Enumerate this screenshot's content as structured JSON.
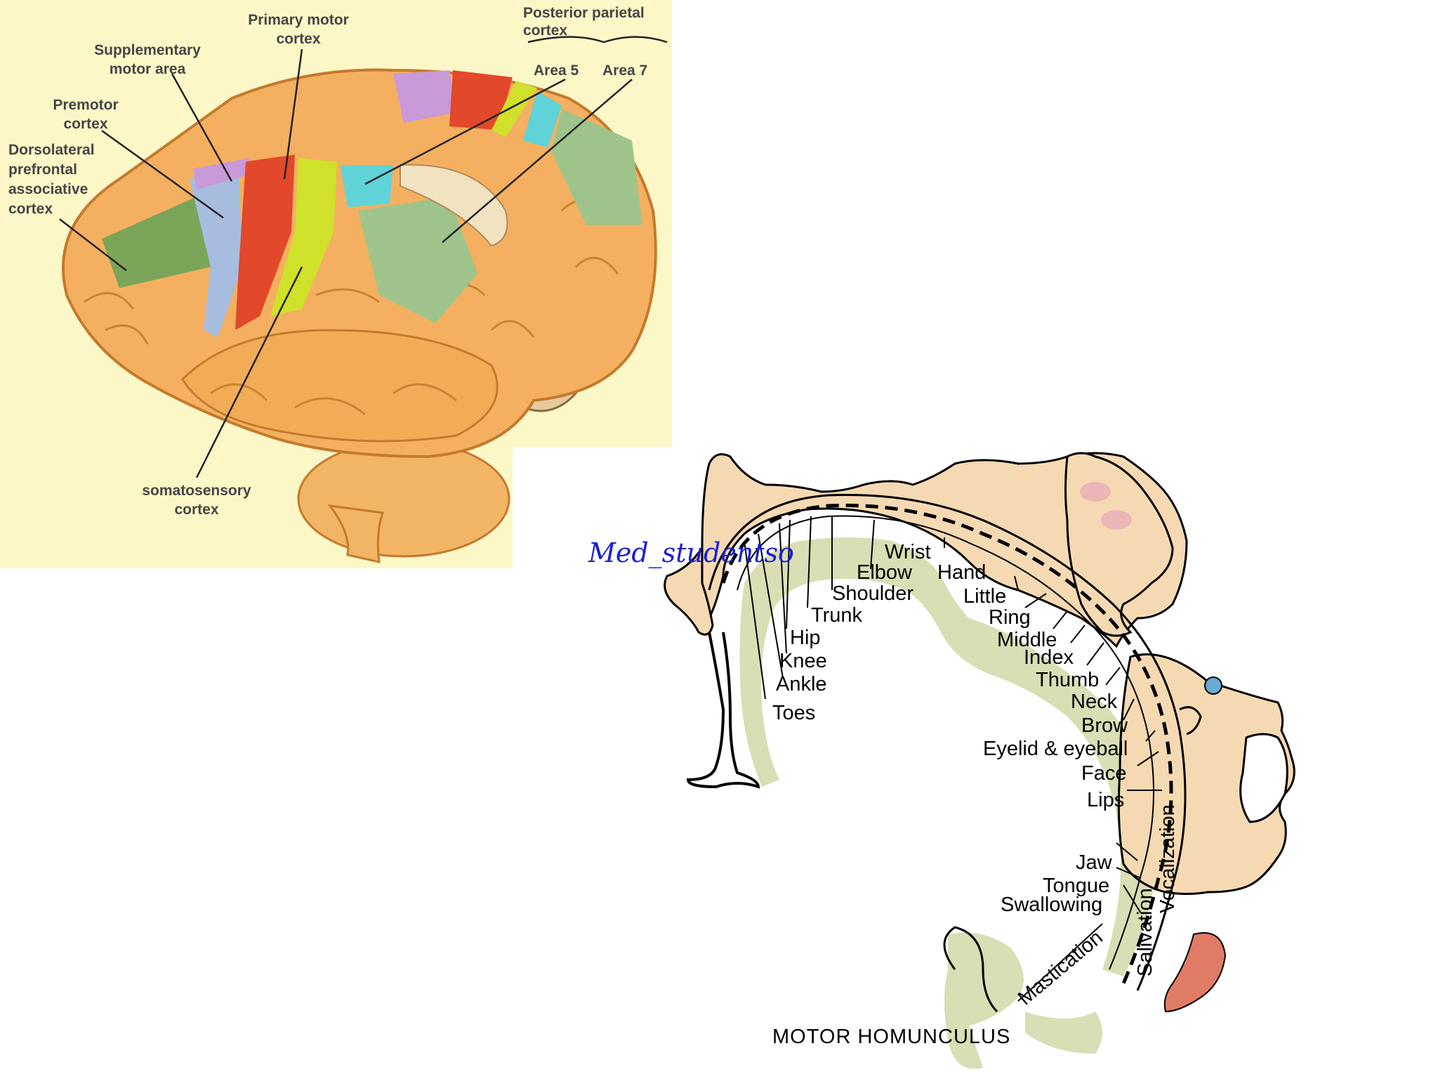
{
  "brain_labels": {
    "primary_motor_cortex": [
      "Primary motor",
      "cortex"
    ],
    "supplementary_motor_area": [
      "Supplementary",
      "motor area"
    ],
    "premotor_cortex": [
      "Premotor",
      "cortex"
    ],
    "dorsolateral_prefrontal": [
      "Dorsolateral",
      "prefrontal",
      "associative",
      "cortex"
    ],
    "posterior_parietal_cortex": [
      "Posterior parietal",
      "cortex"
    ],
    "area5": "Area 5",
    "area7": "Area 7",
    "somatosensory_cortex": [
      "somatosensory",
      "cortex"
    ]
  },
  "homunculus": {
    "title": "MOTOR HOMUNCULUS",
    "watermark": "Med_studentso",
    "labels": {
      "toes": "Toes",
      "ankle": "Ankle",
      "knee": "Knee",
      "hip": "Hip",
      "trunk": "Trunk",
      "shoulder": "Shoulder",
      "elbow": "Elbow",
      "wrist": "Wrist",
      "hand": "Hand",
      "little": "Little",
      "ring": "Ring",
      "middle": "Middle",
      "index": "Index",
      "thumb": "Thumb",
      "neck": "Neck",
      "brow": "Brow",
      "eyelid": "Eyelid & eyeball",
      "face": "Face",
      "lips": "Lips",
      "jaw": "Jaw",
      "tongue": "Tongue",
      "swallowing": "Swallowing",
      "mastication": "Mastication",
      "salivation": "Salivation",
      "vocalization": "Vocalization"
    }
  },
  "colors": {
    "brain_bg": "#fbf7c7",
    "brain_tissue": "#f4b060",
    "primary_motor": "#e2482a",
    "premotor": "#a7bde0",
    "supplementary": "#c99ad8",
    "somatosensory": "#cfe12a",
    "area5": "#5fd3d8",
    "area7": "#9ec48c",
    "prefrontal": "#7aa558",
    "homunculus_skin": "#f5d9b2",
    "cortex_gray": "#d9deb4",
    "watermark": "#1a20d6"
  }
}
